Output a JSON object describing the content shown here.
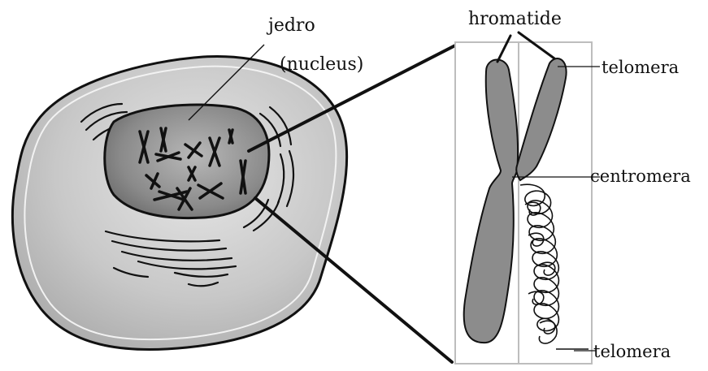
{
  "labels": {
    "nucleus_line1": "jedro",
    "nucleus_line2": "(nucleus)",
    "chromatids": "hromatide",
    "telomere_top": "telomera",
    "centromere": "centromera",
    "telomere_bottom": "telomera"
  },
  "colors": {
    "background": "#ffffff",
    "outline": "#111111",
    "cell_fill": "#c9c9c9",
    "nucleus_fill": "#8a8a8a",
    "chromosome_fill": "#8c8c8c",
    "panel_border": "#bdbdbd"
  }
}
